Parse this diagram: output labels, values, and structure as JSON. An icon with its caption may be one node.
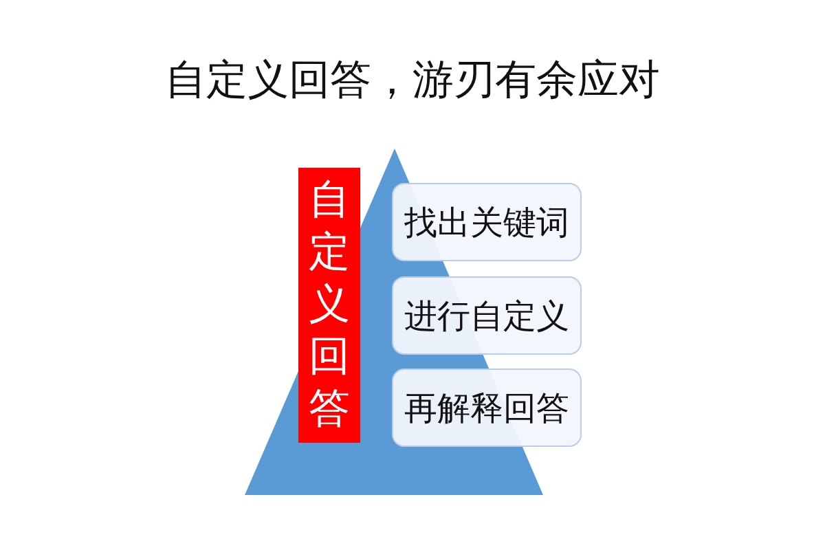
{
  "diagram": {
    "title": "自定义回答，游刃有余应对",
    "nodes": [
      {
        "text": [
          "自定义回答"
        ]
      },
      {
        "text": [
          "找出关键词"
        ]
      },
      {
        "text": [
          "进行自定义"
        ]
      },
      {
        "text": [
          "再解释回答"
        ]
      }
    ]
  }
}
